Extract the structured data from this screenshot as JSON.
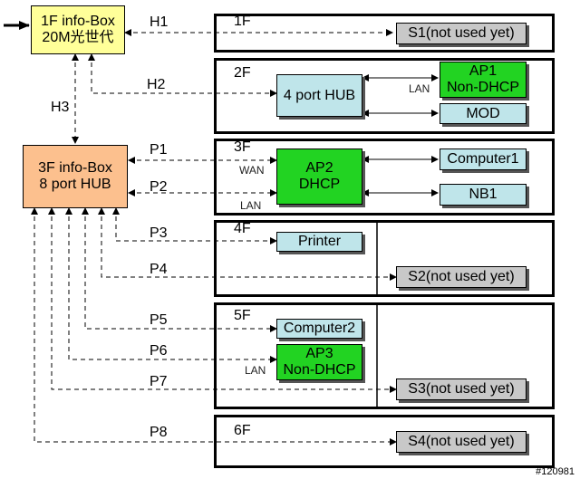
{
  "nodes": {
    "box1f": {
      "line1": "1F info-Box",
      "line2": "20M光世代"
    },
    "box3f": {
      "line1": "3F info-Box",
      "line2": "8 port HUB"
    },
    "hub": {
      "label": "4 port HUB"
    },
    "ap1": {
      "line1": "AP1",
      "line2": "Non-DHCP"
    },
    "mod": {
      "label": "MOD"
    },
    "ap2": {
      "line1": "AP2",
      "line2": "DHCP"
    },
    "computer1": {
      "label": "Computer1"
    },
    "nb1": {
      "label": "NB1"
    },
    "printer": {
      "label": "Printer"
    },
    "computer2": {
      "label": "Computer2"
    },
    "ap3": {
      "line1": "AP3",
      "line2": "Non-DHCP"
    },
    "s1": {
      "label": "S1(not used yet)"
    },
    "s2": {
      "label": "S2(not used yet)"
    },
    "s3": {
      "label": "S3(not used yet)"
    },
    "s4": {
      "label": "S4(not used yet)"
    }
  },
  "floors": [
    "1F",
    "2F",
    "3F",
    "4F",
    "5F",
    "6F"
  ],
  "links": {
    "h1": "H1",
    "h2": "H2",
    "h3": "H3",
    "p1": "P1",
    "p2": "P2",
    "p3": "P3",
    "p4": "P4",
    "p5": "P5",
    "p6": "P6",
    "p7": "P7",
    "p8": "P8"
  },
  "port_labels": {
    "lan_ap1": "LAN",
    "wan_ap2": "WAN",
    "lan_ap2": "LAN",
    "lan_ap3": "LAN"
  },
  "watermark": "#120981",
  "colors": {
    "green": "#22d322",
    "cyan": "#bfe5ea",
    "grey": "#c8c8c8",
    "yellow": "#ffff99",
    "orange": "#fcc08e"
  }
}
